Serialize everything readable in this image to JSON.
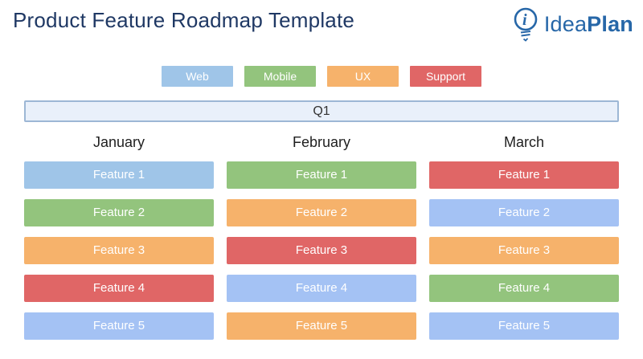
{
  "header": {
    "title": "Product Feature Roadmap Template",
    "logo": {
      "text_regular": "Idea",
      "text_bold": "Plan",
      "color": "#2767a8"
    }
  },
  "legend": [
    {
      "label": "Web",
      "color": "#9fc5e8"
    },
    {
      "label": "Mobile",
      "color": "#93c47d"
    },
    {
      "label": "UX",
      "color": "#f6b26b"
    },
    {
      "label": "Support",
      "color": "#e06666"
    }
  ],
  "quarter": {
    "label": "Q1",
    "fill": "#e9f0fa",
    "border": "#9db7d5"
  },
  "columns": [
    {
      "month": "January",
      "features": [
        {
          "label": "Feature 1",
          "color": "#9fc5e8"
        },
        {
          "label": "Feature 2",
          "color": "#93c47d"
        },
        {
          "label": "Feature 3",
          "color": "#f6b26b"
        },
        {
          "label": "Feature 4",
          "color": "#e06666"
        },
        {
          "label": "Feature 5",
          "color": "#a4c2f4"
        }
      ]
    },
    {
      "month": "February",
      "features": [
        {
          "label": "Feature 1",
          "color": "#93c47d"
        },
        {
          "label": "Feature 2",
          "color": "#f6b26b"
        },
        {
          "label": "Feature 3",
          "color": "#e06666"
        },
        {
          "label": "Feature 4",
          "color": "#a4c2f4"
        },
        {
          "label": "Feature 5",
          "color": "#f6b26b"
        }
      ]
    },
    {
      "month": "March",
      "features": [
        {
          "label": "Feature 1",
          "color": "#e06666"
        },
        {
          "label": "Feature 2",
          "color": "#a4c2f4"
        },
        {
          "label": "Feature 3",
          "color": "#f6b26b"
        },
        {
          "label": "Feature 4",
          "color": "#93c47d"
        },
        {
          "label": "Feature 5",
          "color": "#a4c2f4"
        }
      ]
    }
  ]
}
